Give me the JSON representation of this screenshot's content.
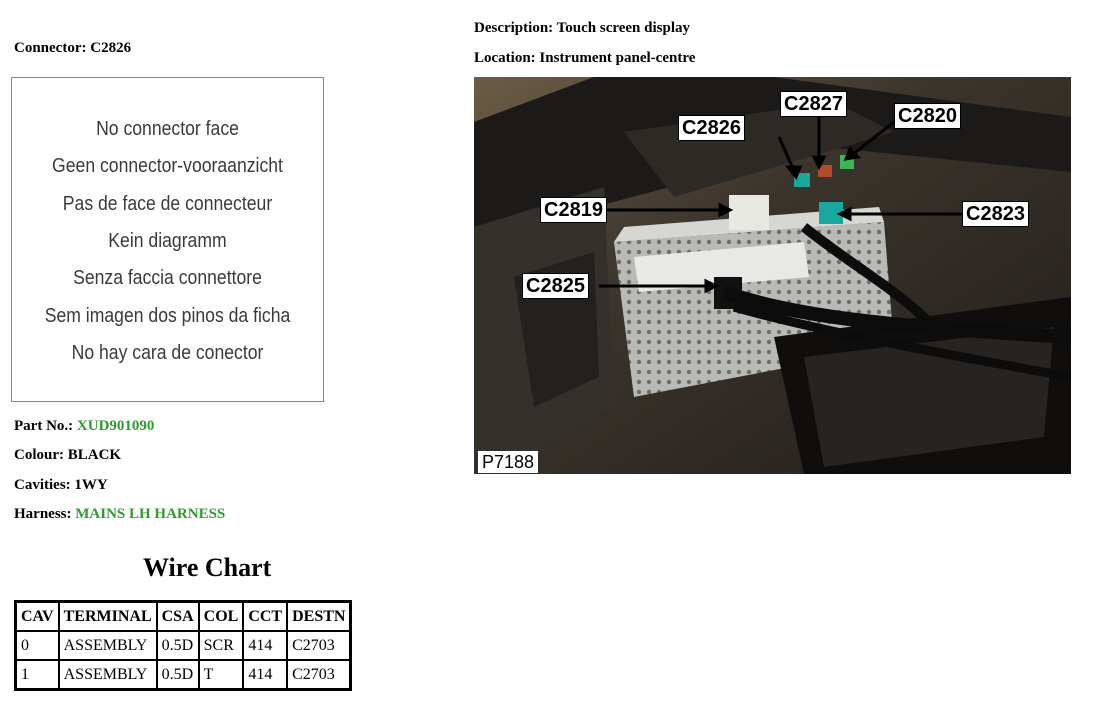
{
  "connector": {
    "label": "Connector:",
    "value": "C2826"
  },
  "no_face_lines": [
    "No connector face",
    "Geen connector-vooraanzicht",
    "Pas de face de connecteur",
    "Kein diagramm",
    "Senza faccia connettore",
    "Sem imagen dos pinos da ficha",
    "No hay cara de conector"
  ],
  "details": {
    "part_label": "Part No.:",
    "part_value": "XUD901090",
    "colour_label": "Colour:",
    "colour_value": "BLACK",
    "cavities_label": "Cavities:",
    "cavities_value": "1WY",
    "harness_label": "Harness:",
    "harness_value": "MAINS LH HARNESS"
  },
  "wire_chart": {
    "title": "Wire Chart",
    "headers": [
      "CAV",
      "TERMINAL",
      "CSA",
      "COL",
      "CCT",
      "DESTN"
    ],
    "rows": [
      [
        "0",
        "ASSEMBLY",
        "0.5D",
        "SCR",
        "414",
        "C2703"
      ],
      [
        "1",
        "ASSEMBLY",
        "0.5D",
        "T",
        "414",
        "C2703"
      ]
    ]
  },
  "description": {
    "label": "Description:",
    "value": "Touch screen display"
  },
  "location": {
    "label": "Location:",
    "value": "Instrument panel-centre"
  },
  "photo": {
    "labels": {
      "c2827": "C2827",
      "c2826": "C2826",
      "c2820": "C2820",
      "c2819": "C2819",
      "c2823": "C2823",
      "c2825": "C2825"
    },
    "id": "P7188"
  },
  "colors": {
    "green_text": "#2e9a2e"
  }
}
